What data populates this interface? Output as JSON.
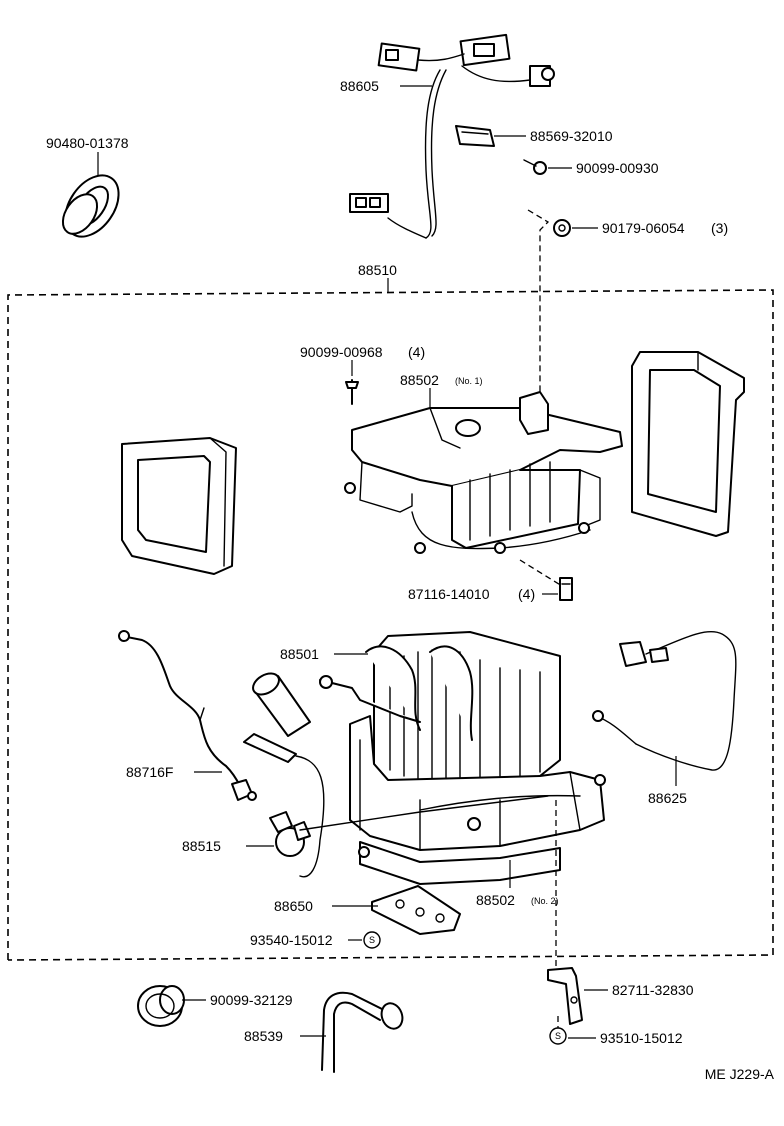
{
  "labels": {
    "wire_harness": "88605",
    "grommet_top": "90480-01378",
    "clamp": "88569-32010",
    "screw_top": "90099-00930",
    "nut": "90179-06054",
    "nut_qty": "(3)",
    "unit_assy": "88510",
    "screw_case": "90099-00968",
    "screw_case_qty": "(4)",
    "case_no1": "88502",
    "case_no1_sub": "(No. 1)",
    "clip": "87116-14010",
    "clip_qty": "(4)",
    "evaporator": "88501",
    "thermistor_wire": "88716F",
    "thermistor": "88625",
    "expansion_valve": "88515",
    "case_no2": "88502",
    "case_no2_sub": "(No. 2)",
    "pad": "88650",
    "screw_bottom": "93540-15012",
    "grommet_bottom": "90099-32129",
    "bracket": "82711-32830",
    "drain_hose": "88539",
    "screw_bracket": "93510-15012",
    "diagram_code": "ME J229-A"
  },
  "symbols": {
    "s_mark": "S"
  }
}
